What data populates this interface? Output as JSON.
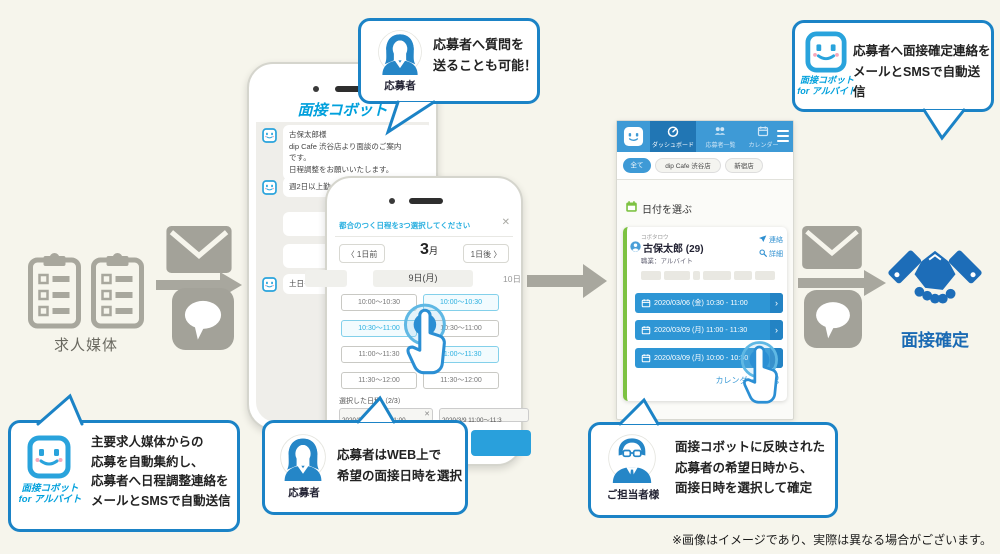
{
  "logo": {
    "line1": "面接コボット",
    "line2": "for アルバイト"
  },
  "source": {
    "label": "求人媒体"
  },
  "result": {
    "label": "面接確定"
  },
  "bubbles": {
    "top_center": {
      "avatar_label": "応募者",
      "text": "応募者へ質問を\n送ることも可能！"
    },
    "top_right": {
      "text": "応募者へ面接確定連絡を\nメールとSMSで自動送信"
    },
    "bottom_left": {
      "text": "主要求人媒体からの\n応募を自動集約し、\n応募者へ日程調整連絡を\nメールとSMSで自動送信"
    },
    "bottom_center": {
      "avatar_label": "応募者",
      "text": "応募者はWEB上で\n希望の面接日時を選択"
    },
    "bottom_right": {
      "avatar_label": "ご担当者様",
      "text": "面接コボットに反映された\n応募者の希望日時から、\n面接日時を選択して確定"
    }
  },
  "chat_phone": {
    "logo": "面接コボット",
    "messages": [
      {
        "text": "古保太郎様\ndip Cafe 渋谷店より面談のご案内\nです。\n日程調整をお願いいたします。"
      },
      {
        "text": "週2日以上勤"
      },
      {
        "text": "土日も勤"
      }
    ]
  },
  "picker": {
    "title": "都合のつく日程を3つ選択してください",
    "close": "✕",
    "prev": "〈 1日前",
    "month_num": "3",
    "month_unit": "月",
    "next": "1日後 〉",
    "date_current": "9日(月)",
    "date_next": "10日",
    "slots": [
      {
        "label": "10:00〜10:30"
      },
      {
        "label": "10:00〜10:30"
      },
      {
        "label": "10:30〜11:00"
      },
      {
        "label": "10:30〜11:00"
      },
      {
        "label": "11:00〜11:30"
      },
      {
        "label": "11:00〜11:30"
      },
      {
        "label": "11:30〜12:00"
      },
      {
        "label": "11:30〜12:00"
      }
    ],
    "selected_label": "選択した日程（2/3）",
    "chip1": "2020/3/6 10:30〜11:00",
    "chip1_close": "✕",
    "chip2": "2020/3/9 11:00〜11:3"
  },
  "dashboard": {
    "tabs": [
      {
        "label": "ダッシュボード"
      },
      {
        "label": "応募者一覧"
      },
      {
        "label": "カレンダー"
      }
    ],
    "filters": [
      "全て",
      "dip Cafe 渋谷店",
      "新宿店"
    ],
    "section_title": "日付を選ぶ",
    "card": {
      "kana": "コボタロウ",
      "name": "古保太郎 (29)",
      "job": "職業：アルバイト",
      "contact": "連絡",
      "detail": "詳細",
      "slot1": "2020/03/06 (金) 10:30 - 11:00",
      "slot2": "2020/03/09 (月) 11:00 - 11:30",
      "slot3": "2020/03/09 (月) 10:00 - 10:30",
      "calendar_link": "カレンダーで確認"
    }
  },
  "footnote": "※画像はイメージであり、実際は異なる場合がございます。"
}
